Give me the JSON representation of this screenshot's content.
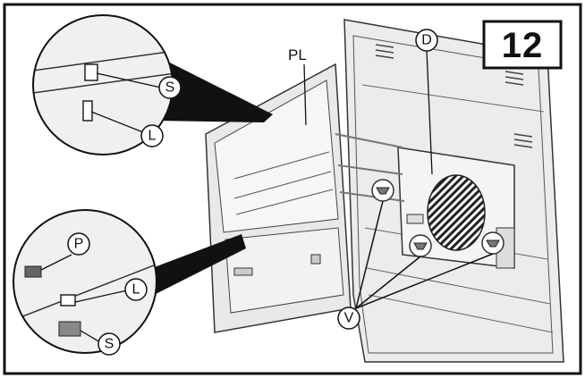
{
  "diagram": {
    "step_number": "12",
    "callouts": {
      "PL": "PL",
      "D": "D",
      "S_top": "S",
      "L_top": "L",
      "P": "P",
      "L_bottom": "L",
      "S_bottom": "S",
      "V": "V"
    }
  },
  "colors": {
    "border": "#111111",
    "panel_fill": "#e9e9e9",
    "panel_stroke": "#333333",
    "background": "#ffffff"
  }
}
